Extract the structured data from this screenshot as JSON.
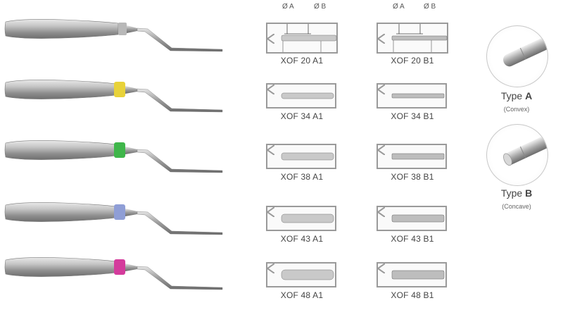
{
  "instruments": [
    {
      "id": "20",
      "ring": "#b8b8b8"
    },
    {
      "id": "34",
      "ring": "#e8d23a"
    },
    {
      "id": "38",
      "ring": "#3fb64a"
    },
    {
      "id": "43",
      "ring": "#8f9ed6"
    },
    {
      "id": "48",
      "ring": "#d43c9c"
    }
  ],
  "tips_a": [
    "XOF 20 A1",
    "XOF 34 A1",
    "XOF 38 A1",
    "XOF 43 A1",
    "XOF 48 A1"
  ],
  "tips_b": [
    "XOF 20 B1",
    "XOF 34 B1",
    "XOF 38 B1",
    "XOF 43 B1",
    "XOF 48 B1"
  ],
  "diameter_labels": {
    "a": "Ø A",
    "b": "Ø B"
  },
  "types": [
    {
      "prefix": "Type ",
      "letter": "A",
      "desc": "(Convex)"
    },
    {
      "prefix": "Type ",
      "letter": "B",
      "desc": "(Concave)"
    }
  ]
}
